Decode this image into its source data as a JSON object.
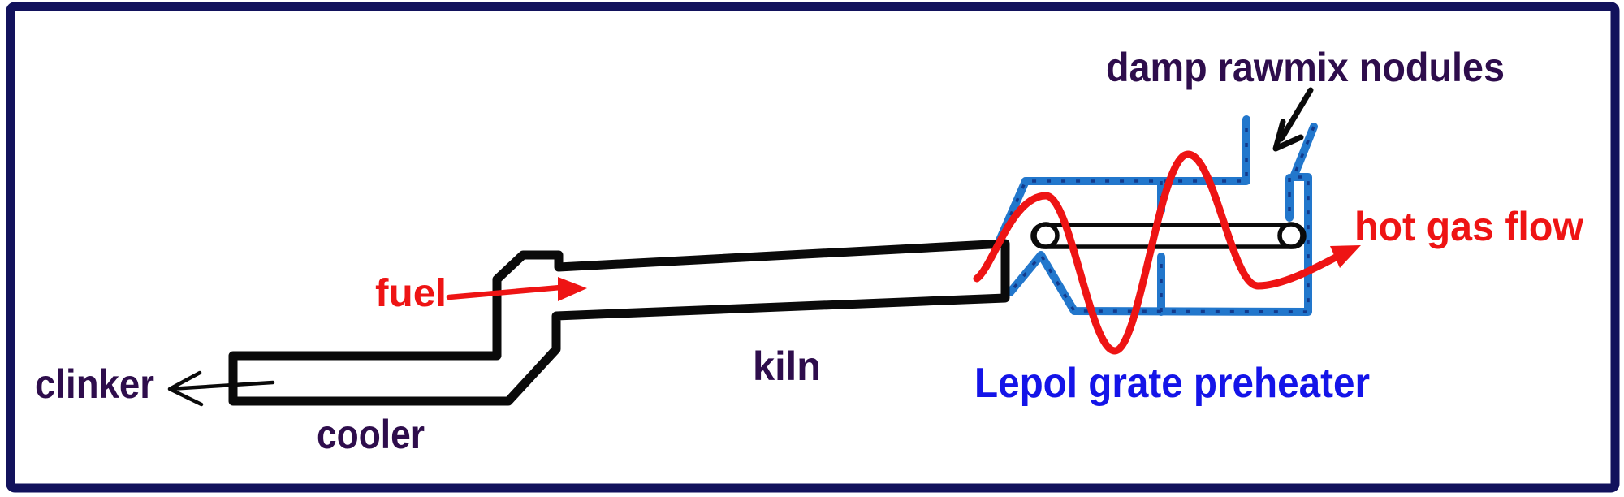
{
  "diagram": {
    "labels": {
      "clinker": "clinker",
      "cooler": "cooler",
      "fuel": "fuel",
      "kiln": "kiln",
      "preheater": "Lepol grate preheater",
      "hot_gas": "hot gas flow",
      "rawmix": "damp rawmix nodules"
    },
    "colors": {
      "border_navy": "#12125c",
      "outline_black": "#0a0a0a",
      "preheater_blue": "#2277cc",
      "preheater_dash_navy": "#123a8c",
      "label_blue": "#1414e8",
      "flow_red": "#ee1414",
      "label_purple": "#2e0d4c",
      "background": "#ffffff"
    }
  }
}
